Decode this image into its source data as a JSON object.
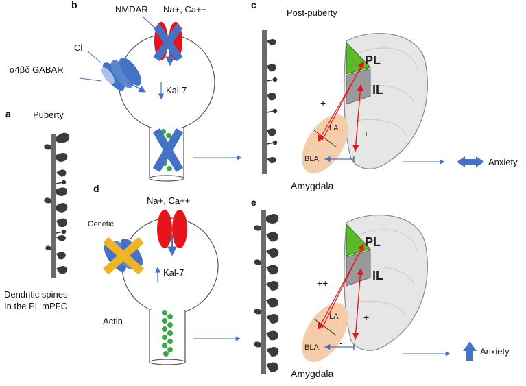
{
  "panels": {
    "a": {
      "letter": "a",
      "title": "Puberty",
      "caption_line1": "Dendritic spines",
      "caption_line2": "In the PL mPFC"
    },
    "b": {
      "letter": "b",
      "nmdar": "NMDAR",
      "ions": "Na+, Ca++",
      "chloride": "Cl",
      "chloride_sup": "-",
      "gabar": "α4βδ GABAR",
      "kal7": "Kal-7"
    },
    "c": {
      "letter": "c",
      "title": "Post-puberty",
      "pl": "PL",
      "il": "IL",
      "la": "LA",
      "bla": "BLA",
      "amygdala": "Amygdala",
      "plus_left": "+",
      "plus_right": "+",
      "minus": "-",
      "outcome": "Anxiety"
    },
    "d": {
      "letter": "d",
      "ions": "Na+, Ca++",
      "genetic": "Genetic",
      "kal7": "Kal-7",
      "actin": "Actin"
    },
    "e": {
      "letter": "e",
      "pl": "PL",
      "il": "IL",
      "la": "LA",
      "bla": "BLA",
      "amygdala": "Amygdala",
      "plus_left": "++",
      "plus_right": "+",
      "minus": "-",
      "outcome": "Anxiety"
    }
  },
  "colors": {
    "receptor_blue": "#4472c4",
    "nmdar_red": "#e8141c",
    "x_blue": "#4472c4",
    "x_yellow": "#f0b323",
    "actin_green": "#3aa84a",
    "brain_gray": "#e6e6e6",
    "pl_green": "#5cb82b",
    "il_gray": "#9a9a9a",
    "amygdala_peach": "#f6cdaa",
    "arrow_red": "#e8141c",
    "arrow_blue": "#4472c4"
  }
}
